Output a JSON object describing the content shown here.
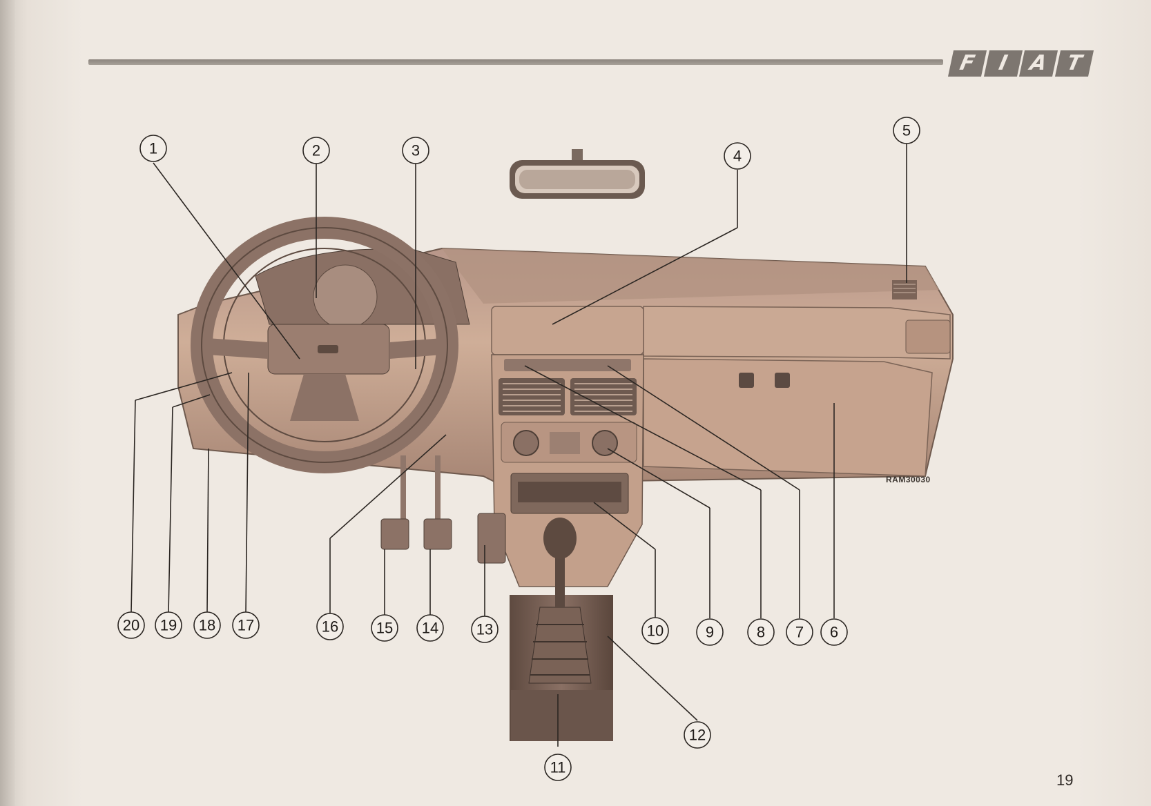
{
  "header": {
    "logo_letters": [
      "F",
      "I",
      "A",
      "T"
    ]
  },
  "figure": {
    "reference_code": "RAM30030",
    "callouts": [
      "1",
      "2",
      "3",
      "4",
      "5",
      "6",
      "7",
      "8",
      "9",
      "10",
      "11",
      "12",
      "13",
      "14",
      "15",
      "16",
      "17",
      "18",
      "19",
      "20"
    ]
  },
  "footer": {
    "page_number": "19"
  },
  "colors": {
    "paper": "#efe9e2",
    "dashboard": "#c9a892",
    "ink": "#2b2622",
    "logo_bg": "#7d7670"
  }
}
